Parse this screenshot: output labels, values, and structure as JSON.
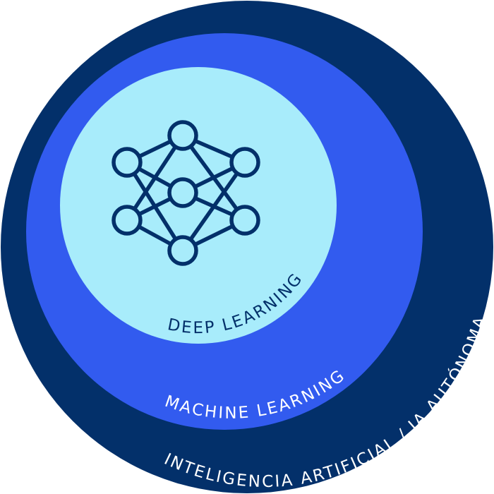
{
  "colors": {
    "background": "#ffffff",
    "outer_ring": "#03306a",
    "middle_ring": "#325bef",
    "inner_disc": "#a8ecfb",
    "icon_stroke": "#03306a",
    "dl_text": "#03306a",
    "ml_text": "#ffffff",
    "ai_text": "#ffffff"
  },
  "diagram": {
    "type": "nested-circles",
    "layers": [
      {
        "id": "ai",
        "label": "INTELIGENCIA ARTIFICIAL / IA AUTÓNOMA"
      },
      {
        "id": "ml",
        "label": "MACHINE LEARNING"
      },
      {
        "id": "dl",
        "label": "DEEP LEARNING"
      }
    ],
    "icon": "neural-network-icon"
  }
}
